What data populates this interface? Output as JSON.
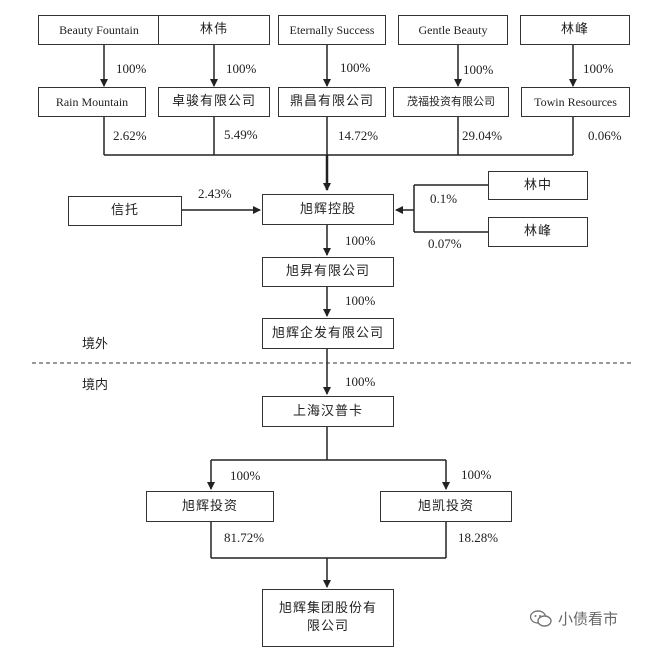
{
  "boxes": {
    "beauty_fountain": "Beauty Fountain",
    "lin_wei": "林伟",
    "eternally_success": "Eternally Success",
    "gentle_beauty": "Gentle Beauty",
    "lin_feng_top": "林峰",
    "rain_mountain": "Rain Mountain",
    "zhuojun": "卓骏有限公司",
    "dingchang": "鼎昌有限公司",
    "maofu": "茂福投资有限公司",
    "towin": "Towin Resources",
    "xintuo": "信托",
    "xuhui_holdings": "旭辉控股",
    "lin_zhong": "林中",
    "lin_feng_right": "林峰",
    "xusheng": "旭昇有限公司",
    "xuhui_qifa": "旭辉企发有限公司",
    "shanghai_hanpuka": "上海汉普卡",
    "xuhui_touzi": "旭辉投资",
    "xukai_touzi": "旭凯投资",
    "xuhui_group": "旭辉集团股份有限公司"
  },
  "percentages": {
    "beauty_to_rain": "100%",
    "linwei_to_zhuojun": "100%",
    "eternally_to_dingchang": "100%",
    "gentle_to_maofu": "100%",
    "linfeng_to_towin": "100%",
    "rain_stake": "2.62%",
    "zhuojun_stake": "5.49%",
    "dingchang_stake": "14.72%",
    "maofu_stake": "29.04%",
    "towin_stake": "0.06%",
    "xintuo_stake": "2.43%",
    "linzhong_stake": "0.1%",
    "linfeng_stake": "0.07%",
    "holdings_to_xusheng": "100%",
    "xusheng_to_qifa": "100%",
    "qifa_to_hanpuka": "100%",
    "hanpuka_to_xuhui_touzi": "100%",
    "hanpuka_to_xukai_touzi": "100%",
    "xuhui_touzi_stake": "81.72%",
    "xukai_touzi_stake": "18.28%"
  },
  "regions": {
    "offshore": "境外",
    "onshore": "境内"
  },
  "watermark": {
    "text": "小债看市",
    "icon": "wechat-icon"
  }
}
